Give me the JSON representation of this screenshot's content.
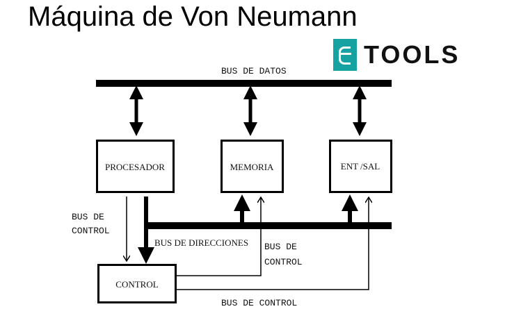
{
  "title": "Máquina de Von Neumann",
  "logo": {
    "text": "TOOLS",
    "color": "#17a2a2"
  },
  "diagram": {
    "data_bus_label": "BUS DE DATOS",
    "boxes": {
      "processor": "PROCESADOR",
      "memory": "MEMORIA",
      "io": "ENT /SAL",
      "control": "CONTROL"
    },
    "left_control_bus": [
      "BUS DE",
      "CONTROL"
    ],
    "address_bus_label": "BUS DE DIRECCIONES",
    "mid_control_bus": [
      "BUS DE",
      "CONTROL"
    ],
    "bottom_control_bus": "BUS DE CONTROL"
  }
}
